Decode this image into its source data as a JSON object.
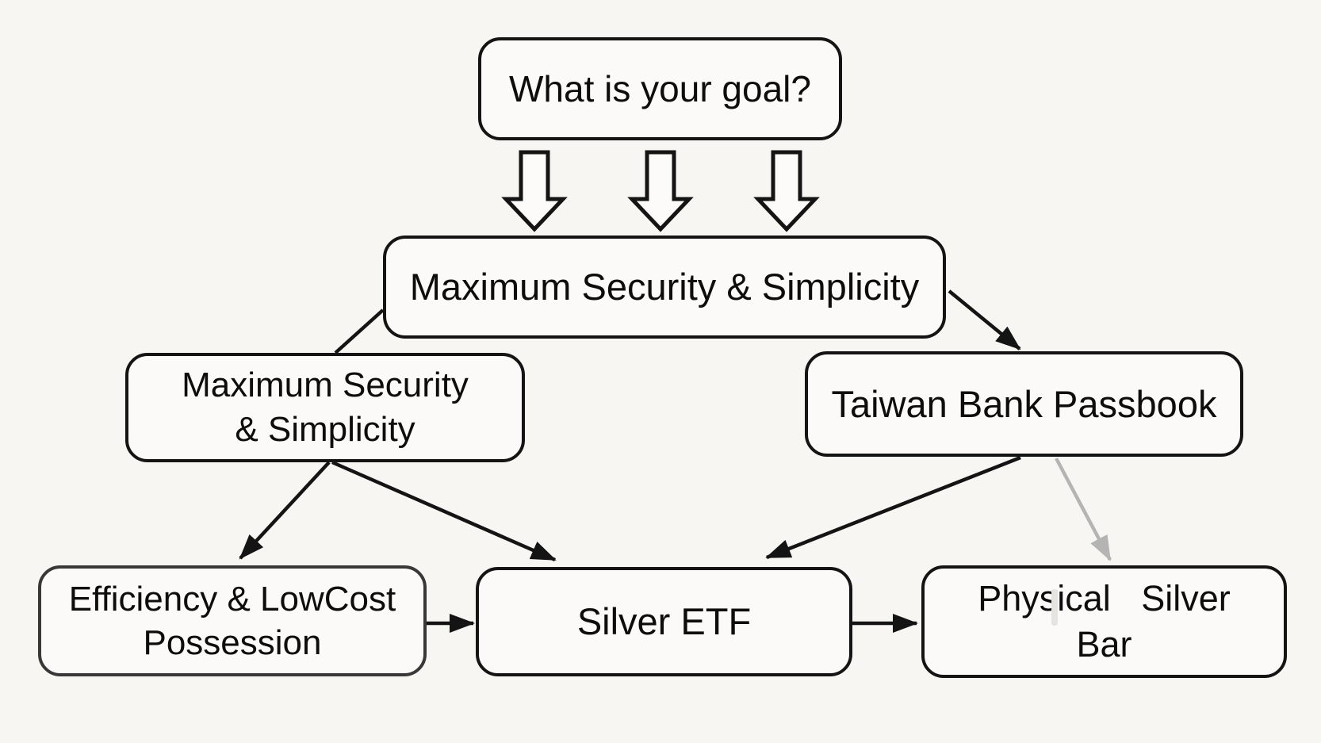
{
  "diagram": {
    "question": "What is your goal?",
    "nodes": [
      {
        "id": "goal",
        "label_lines": [
          "What is your goal?"
        ]
      },
      {
        "id": "max-security-main",
        "label_lines": [
          "Maximum Security & Simplicity"
        ]
      },
      {
        "id": "max-security-left",
        "label_lines": [
          "Maximum Security",
          "& Simplicity"
        ]
      },
      {
        "id": "taiwan-passbook",
        "label_lines": [
          "Taiwan Bank Passbook"
        ]
      },
      {
        "id": "efficiency",
        "label_lines": [
          "Efficiency & LowCost",
          "Possession"
        ]
      },
      {
        "id": "silver-etf",
        "label_lines": [
          "Silver ETF"
        ]
      },
      {
        "id": "physical-bar",
        "label_lines": [
          "Physical Silver",
          "Bar"
        ]
      }
    ],
    "edges": [
      {
        "from": "goal",
        "to": "max-security-main",
        "style": "triple-block-arrow"
      },
      {
        "from": "max-security-main",
        "to": "max-security-left",
        "style": "plain-line"
      },
      {
        "from": "max-security-main",
        "to": "taiwan-passbook",
        "style": "arrow"
      },
      {
        "from": "max-security-left",
        "to": "efficiency",
        "style": "arrow"
      },
      {
        "from": "max-security-left",
        "to": "silver-etf",
        "style": "arrow"
      },
      {
        "from": "taiwan-passbook",
        "to": "silver-etf",
        "style": "arrow"
      },
      {
        "from": "taiwan-passbook",
        "to": "physical-bar",
        "style": "arrow-faded-gray"
      },
      {
        "from": "efficiency",
        "to": "silver-etf",
        "style": "arrow"
      },
      {
        "from": "silver-etf",
        "to": "physical-bar",
        "style": "arrow"
      }
    ],
    "colors": {
      "background": "#f7f6f3",
      "box_fill": "#fbfaf8",
      "line": "#141414",
      "text": "#0d0d0d",
      "faded_arrow": "#b4b4b2",
      "efficiency_border": "#383838"
    }
  }
}
